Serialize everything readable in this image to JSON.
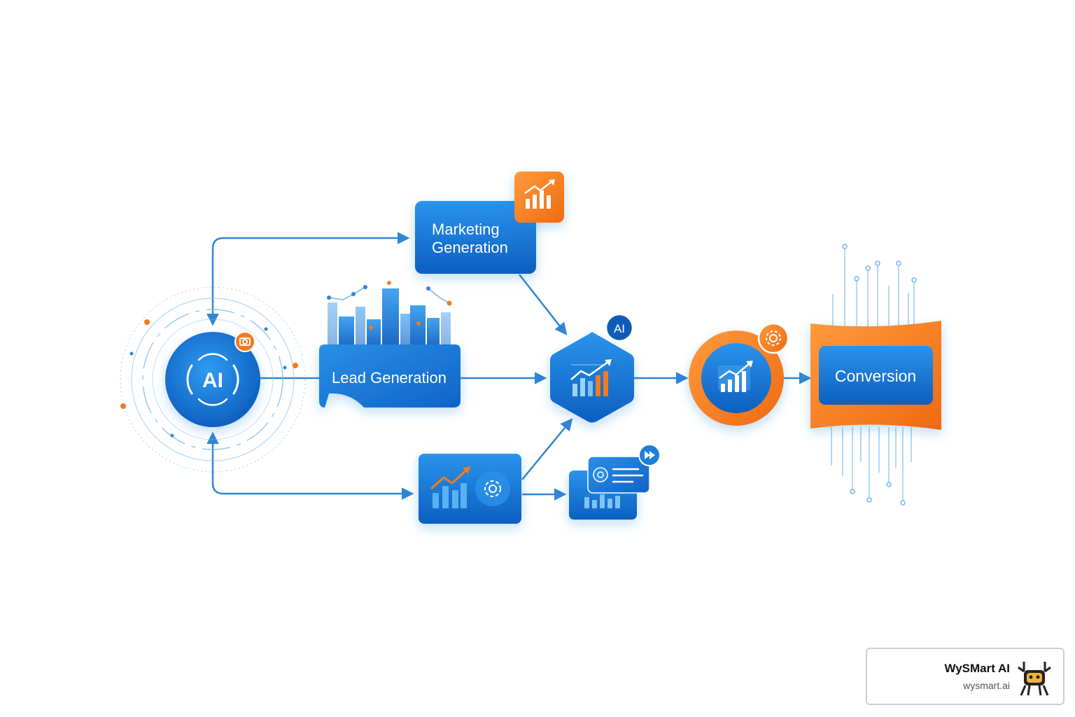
{
  "nodes": {
    "ai_hub": {
      "label": "AI"
    },
    "marketing": {
      "line1": "Marketing",
      "line2": "Generation"
    },
    "lead": {
      "label": "Lead Generation"
    },
    "ai_hex": {
      "badge": "AI"
    },
    "conversion": {
      "label": "Conversion"
    }
  },
  "brand": {
    "name": "WySMart AI",
    "url": "wysmart.ai"
  },
  "colors": {
    "blue": "#1e7fd8",
    "dark_blue": "#0d5db8",
    "orange": "#f47a20",
    "line": "#2f86d4"
  },
  "icons": [
    "ai-icon",
    "camera-icon",
    "chart-up-icon",
    "gear-icon",
    "forward-icon",
    "robot-logo-icon"
  ]
}
